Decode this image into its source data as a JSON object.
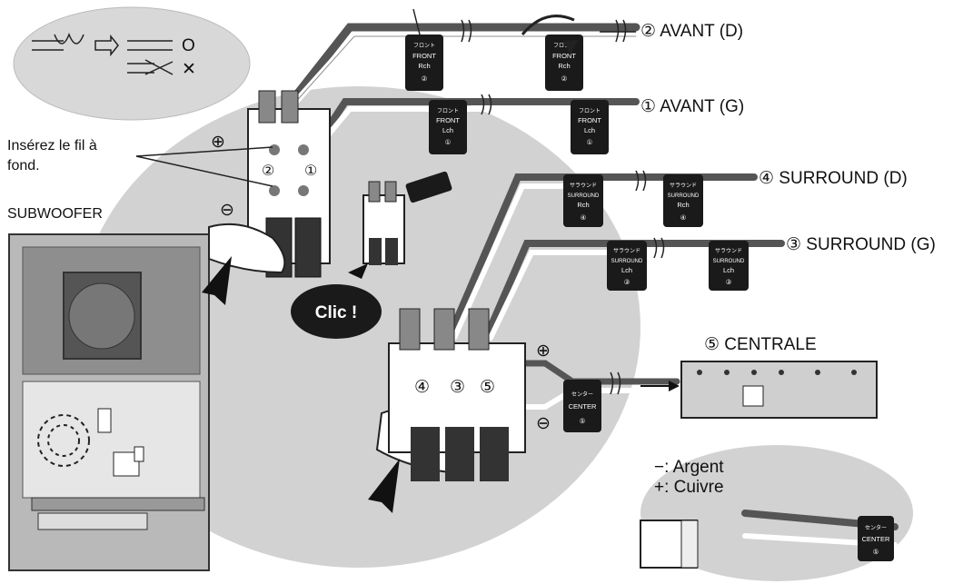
{
  "labels": {
    "avant_d": "② AVANT (D)",
    "avant_g": "① AVANT (G)",
    "surround_d": "④ SURROUND (D)",
    "surround_g": "③ SURROUND (G)",
    "centrale": "⑤ CENTRALE",
    "subwoofer": "SUBWOOFER",
    "insert_line1": "Insérez le fil à",
    "insert_line2": "fond.",
    "clic": "Clic !",
    "argent": "−: Argent",
    "cuivre": "+: Cuivre",
    "plus": "⊕",
    "minus": "⊖",
    "circle_mark": "O",
    "cross_mark": "✕"
  },
  "terminal_numbers": [
    "②",
    "①",
    "④",
    "③",
    "⑤"
  ],
  "tags": {
    "front_r": {
      "jp": "フロント",
      "en1": "FRONT",
      "en2": "Rch",
      "num": "②"
    },
    "front_l": {
      "jp": "フロント",
      "en1": "FRONT",
      "en2": "Lch",
      "num": "①"
    },
    "surround_r": {
      "jp": "サラウンド",
      "en1": "SURROUND",
      "en2": "Rch",
      "num": "④"
    },
    "surround_l": {
      "jp": "サラウンド",
      "en1": "SURROUND",
      "en2": "Lch",
      "num": "③"
    },
    "center": {
      "jp": "センター",
      "en1": "CENTER",
      "num": "⑤"
    }
  },
  "colors": {
    "bubble": "#cfcfcf",
    "tag": "#1a1a1a",
    "cable_dark": "#555555",
    "cable_light": "#ffffff",
    "clic_bg": "#1a1a1a"
  }
}
